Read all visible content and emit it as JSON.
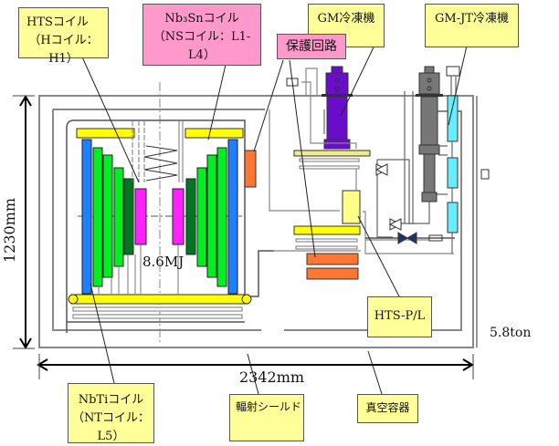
{
  "labels": {
    "hts_coil": {
      "line1": "HTSコイル",
      "line2": "（Hコイル：H1）"
    },
    "nb3sn_coil": {
      "line1": "Nb₃Snコイル",
      "line2": "（NSコイル：L1-L4）"
    },
    "protection_circuit": "保護回路",
    "gm_cryocooler": "GM冷凍機",
    "gmjt_cryocooler": "GM-JT冷凍機",
    "hts_pl": "HTS-P/L",
    "nbti_coil": {
      "line1": "NbTiコイル",
      "line2": "（NTコイル：L5）"
    },
    "radiation_shield": "輻射シールド",
    "vacuum_vessel": "真空容器"
  },
  "annotations": {
    "stored_energy": "8.6MJ",
    "height": "1230mm",
    "width": "2342mm",
    "mass": "5.8ton"
  },
  "colors": {
    "nbti": "#1e7fff",
    "nb3sn_outer": "#00ee22",
    "nb3sn_inner": "#007722",
    "hts": "#ff22ff",
    "support_plate": "#ffff00",
    "gm_cryocooler": "#6a0ccc",
    "gmjt_cryocooler": "#777777",
    "heat_exchanger": "#66eeff",
    "protection": "#ff7733",
    "pl_box": "#ffff88",
    "frame": "#888888"
  }
}
